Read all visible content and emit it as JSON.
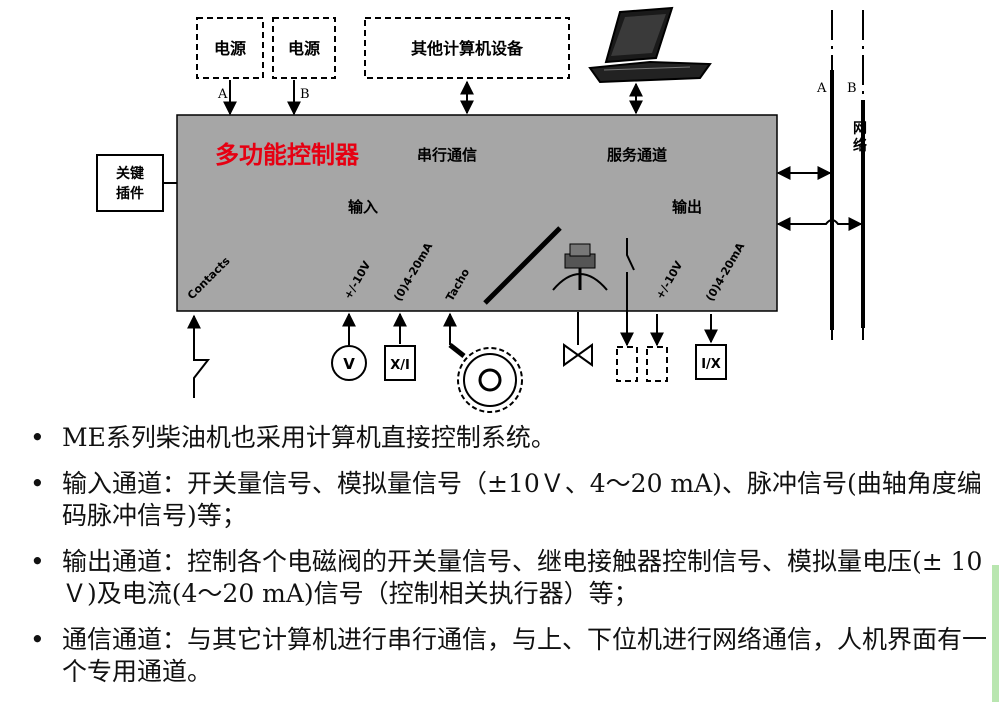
{
  "diagram": {
    "power_a": "电源",
    "power_b": "电源",
    "other_devices": "其他计算机设备",
    "label_a": "A",
    "label_b": "B",
    "net_label_a": "A",
    "net_label_b": "B",
    "network": "网络",
    "title": "多功能控制器",
    "serial_comm": "串行通信",
    "service_channel": "服务通道",
    "key_plugin": "关键插件",
    "input": "输入",
    "output": "输出",
    "in_contacts": "Contacts",
    "in_pm10v": "+/-10V",
    "in_4_20ma": "(0)4-20mA",
    "in_tacho": "Tacho",
    "out_pm10v": "+/-10V",
    "out_4_20ma": "(0)4-20mA",
    "voltmeter": "V",
    "converter_in": "X/I",
    "converter_out": "I/X",
    "title_color": "#e60012",
    "box_color": "#a6a6a6"
  },
  "bullets": [
    "ME系列柴油机也采用计算机直接控制系统。",
    "输入通道：开关量信号、模拟量信号（±10Ｖ、4～20 mA)、脉冲信号(曲轴角度编码脉冲信号)等；",
    "输出通道：控制各个电磁阀的开关量信号、继电接触器控制信号、模拟量电压(± 10Ｖ)及电流(4～20 mA)信号（控制相关执行器）等；",
    "通信通道：与其它计算机进行串行通信，与上、下位机进行网络通信，人机界面有一个专用通道。"
  ],
  "bullet_symbol": "•"
}
